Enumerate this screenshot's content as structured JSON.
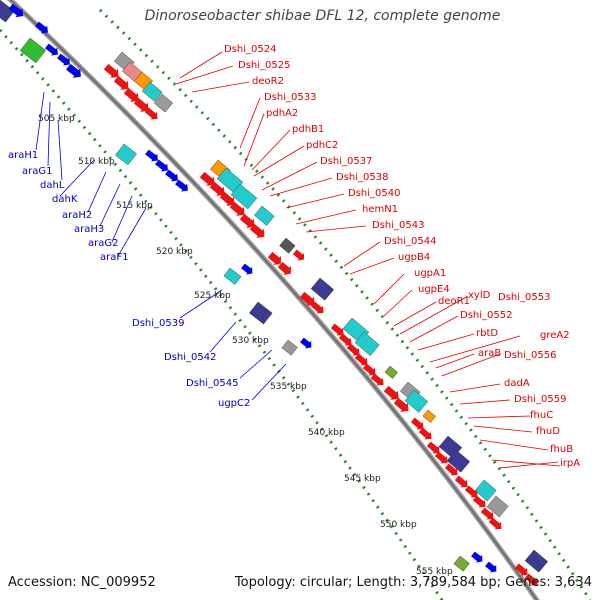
{
  "title": "Dinoroseobacter shibae DFL 12, complete genome",
  "accession": "Accession: NC_009952",
  "topology": "Topology: circular; Length: 3,789,584 bp; Genes: 3,634",
  "colors": {
    "red": "#ee1111",
    "blue": "#0000ee",
    "navy": "#3b3b8f",
    "cyan": "#22cccc",
    "green": "#33bb33",
    "orange": "#ff9900",
    "olive": "#77aa33",
    "grey": "#999999",
    "pink": "#ee8888",
    "darkgrey": "#555555"
  },
  "kbp_labels": [
    "505 kbp",
    "510 kbp",
    "515 kbp",
    "520 kbp",
    "525 kbp",
    "530 kbp",
    "535 kbp",
    "540 kbp",
    "545 kbp",
    "550 kbp",
    "555 kbp"
  ],
  "right_labels": [
    "Dshi_0524",
    "Dshi_0525",
    "deoR2",
    "Dshi_0533",
    "pdhA2",
    "pdhB1",
    "pdhC2",
    "Dshi_0537",
    "Dshi_0538",
    "Dshi_0540",
    "hemN1",
    "Dshi_0543",
    "Dshi_0544",
    "ugpB4",
    "ugpA1",
    "ugpE4",
    "deoR1",
    "xylD",
    "Dshi_0553",
    "Dshi_0552",
    "rbtD",
    "greA2",
    "araB",
    "Dshi_0556",
    "dadA",
    "Dshi_0559",
    "fhuC",
    "fhuD",
    "fhuB",
    "irpA"
  ],
  "left_labels": [
    "araH1",
    "araG1",
    "dahL",
    "dahK",
    "araH2",
    "araH3",
    "araG2",
    "araF1",
    "Dshi_0539",
    "Dshi_0542",
    "Dshi_0545",
    "ugpC2"
  ]
}
